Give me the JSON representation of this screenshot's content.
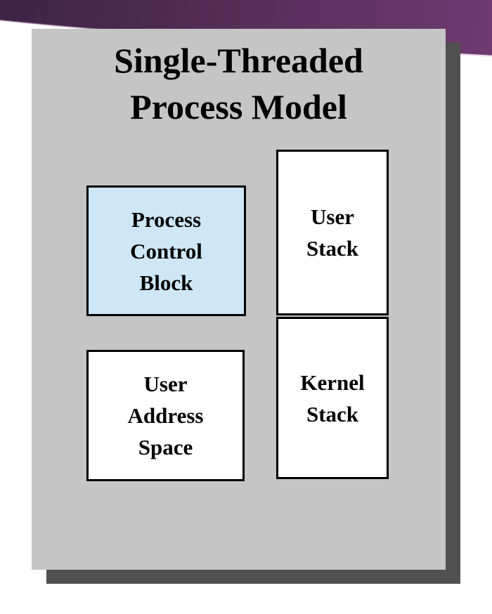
{
  "slide": {
    "title_line1": "Single-Threaded",
    "title_line2": "Process Model"
  },
  "diagram": {
    "process_control_block": {
      "line1": "Process",
      "line2": "Control",
      "line3": "Block"
    },
    "user_address_space": {
      "line1": "User",
      "line2": "Address",
      "line3": "Space"
    },
    "user_stack": {
      "line1": "User",
      "line2": "Stack"
    },
    "kernel_stack": {
      "line1": "Kernel",
      "line2": "Stack"
    }
  },
  "colors": {
    "slide_bg": "#c5c5c5",
    "slide_shadow": "#515151",
    "pcb_fill": "#cde7f7",
    "stack_box_fill": "#ffffff",
    "box_border": "#000000",
    "banner_dark": "#3f2347",
    "banner_mid": "#562e59",
    "banner_light": "#6e3a70",
    "banner_edge_highlight": "#dcc3da"
  }
}
